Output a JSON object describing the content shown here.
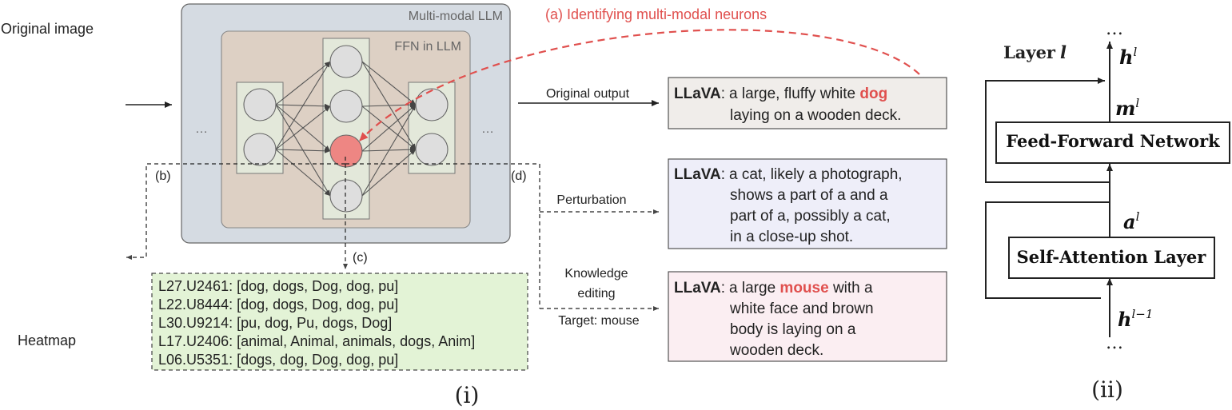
{
  "left_labels": {
    "original_image": "Original image",
    "heatmap": "Heatmap"
  },
  "llm_box": {
    "title": "Multi-modal LLM",
    "ffn_title": "FFN in LLM",
    "ellipsis_left": "…",
    "ellipsis_right": "…"
  },
  "callouts": {
    "a": "(a) Identifying multi-modal neurons",
    "b": "(b)",
    "c": "(c)",
    "d": "(d)"
  },
  "arrows": {
    "original_output": "Original output",
    "perturbation": "Perturbation",
    "editing_line1": "Knowledge",
    "editing_line2": "editing",
    "target": "Target: mouse"
  },
  "outputs": {
    "original": {
      "model": "LLaVA",
      "sep": ":",
      "line1_pre": "a large, fluffy white ",
      "line1_highlight": "dog",
      "line2": "laying on a wooden deck."
    },
    "perturbed": {
      "model": "LLaVA",
      "sep": ":",
      "lines": [
        "a cat, likely a photograph,",
        "shows a part of a and a",
        "part of a, possibly a cat,",
        "in a close-up shot."
      ]
    },
    "edited": {
      "model": "LLaVA",
      "sep": ":",
      "line1_pre": "a large ",
      "line1_highlight": "mouse",
      "line1_post": " with a",
      "lines": [
        "white face and brown",
        "body is laying on a",
        "wooden deck."
      ]
    }
  },
  "neuron_list": [
    "L27.U2461: [dog, dogs, Dog, dog, pu]",
    "L22.U8444: [dog, dogs, Dog, dog, pu]",
    "L30.U9214: [pu, dog, Pu, dogs, Dog]",
    "L17.U2406: [animal, Animal, animals, dogs, Anim]",
    "L06.U5351: [dogs, dog, Dog, dog, pu]"
  ],
  "subfig_labels": {
    "left": "(i)",
    "right": "(ii)"
  },
  "transformer": {
    "top_dots": "…",
    "bottom_dots": "…",
    "layer_label": "Layer",
    "layer_var": "l",
    "h_out": "h",
    "h_out_sup": "l",
    "m_var": "m",
    "m_sup": "l",
    "ffn_label": "Feed-Forward Network",
    "a_var": "a",
    "a_sup": "l",
    "attn_label": "Self-Attention Layer",
    "h_in": "h",
    "h_in_sup": "l−1"
  },
  "colors": {
    "llm_fill": "#d5dbe2",
    "ffn_fill": "#ddd0c4",
    "layer_fill": "#e3e8da",
    "neuron_fill": "#dedede",
    "highlight_neuron": "#ee8683",
    "accent_red": "#e0504e",
    "out_orig_fill": "#f0edea",
    "out_pert_fill": "#eeeef9",
    "out_edit_fill": "#fbeef2",
    "neuron_list_fill": "#e3f3d6",
    "neuron_list_border": "#444444"
  }
}
